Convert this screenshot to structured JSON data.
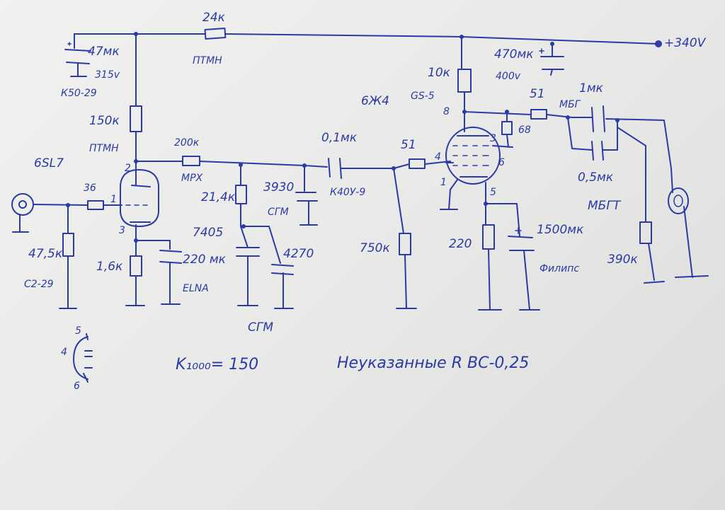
{
  "labels": {
    "supply_voltage": "+340V",
    "r_24k": "24к",
    "r_24k_type": "ПТМН",
    "c_47": "47мк",
    "c_47_volt": "315v",
    "c_47_type": "К50-29",
    "r_150k": "150к",
    "r_150k_type": "ПТМН",
    "tube1": "6SL7",
    "pin_2": "2",
    "pin_1": "1",
    "pin_3": "3",
    "r_36": "36",
    "r_47_5k": "47,5к",
    "r_47_5k_type": "С2-29",
    "r_1_6k": "1,6к",
    "c_220": "220 мк",
    "c_220_type": "ELNA",
    "r_200k": "200к",
    "r_200k_type": "МРХ",
    "r_21_4k": "21,4к",
    "c_3930": "3930",
    "c_3930_type": "СГМ",
    "c_7405": "7405",
    "c_4270": "4270",
    "cgm_bottom": "СГМ",
    "c_0_1": "0,1мк",
    "c_0_1_type": "К40У-9",
    "r_51_grid": "51",
    "r_750k": "750к",
    "tube2": "6Ж4",
    "tube2_alt": "GS-5",
    "r_10k": "10к",
    "c_470": "470мк",
    "c_470_volt": "400v",
    "pin_8": "8",
    "pin_3b": "3",
    "pin_4": "4",
    "pin_6": "6",
    "pin_1b": "1",
    "pin_5": "5",
    "r_68": "68",
    "r_51_out": "51",
    "c_1mk": "1мк",
    "c_1mk_type": "МБГ",
    "c_0_5": "0,5мк",
    "c_0_5_type": "МБГТ",
    "r_220": "220",
    "c_1500": "1500мк",
    "c_1500_type": "Филипс",
    "r_390k": "390к",
    "socket_5": "5",
    "socket_4": "4",
    "socket_6": "6",
    "gain": "K₁₀₀₀= 150",
    "note": "Неуказанные R ВС-0,25"
  },
  "colors": {
    "ink": "#2a3aa6",
    "paper": "#efefed"
  }
}
